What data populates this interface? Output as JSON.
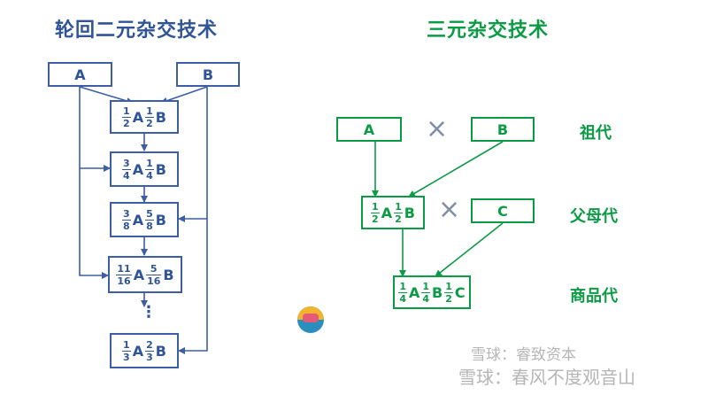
{
  "left": {
    "title": "轮回二元杂交技术",
    "parent_a": "A",
    "parent_b": "B",
    "gen1": [
      {
        "n": "1",
        "d": "2"
      },
      "A",
      {
        "n": "1",
        "d": "2"
      },
      "B"
    ],
    "gen2": [
      {
        "n": "3",
        "d": "4"
      },
      "A",
      {
        "n": "1",
        "d": "4"
      },
      "B"
    ],
    "gen3": [
      {
        "n": "3",
        "d": "8"
      },
      "A",
      {
        "n": "5",
        "d": "8"
      },
      "B"
    ],
    "gen4": [
      {
        "n": "11",
        "d": "16"
      },
      "A",
      {
        "n": "5",
        "d": "16"
      },
      "B"
    ],
    "gen_last": [
      {
        "n": "1",
        "d": "3"
      },
      "A",
      {
        "n": "2",
        "d": "3"
      },
      "B"
    ],
    "ellipsis": "⋮"
  },
  "right": {
    "title": "三元杂交技术",
    "parent_a": "A",
    "parent_b": "B",
    "parent_c": "C",
    "cross_symbol": "×",
    "f1": [
      {
        "n": "1",
        "d": "2"
      },
      "A",
      {
        "n": "1",
        "d": "2"
      },
      "B"
    ],
    "f2": [
      {
        "n": "1",
        "d": "4"
      },
      "A",
      {
        "n": "1",
        "d": "4"
      },
      "B",
      {
        "n": "1",
        "d": "2"
      },
      "C"
    ],
    "labels": {
      "grandparent": "祖代",
      "parent": "父母代",
      "commercial": "商品代"
    }
  },
  "watermark": {
    "line1": "雪球：睿致资本",
    "line2": "雪球：春风不度观音山"
  },
  "colors": {
    "blue": "#2f5597",
    "green": "#0c9b45",
    "cross": "#7f8fa6"
  }
}
